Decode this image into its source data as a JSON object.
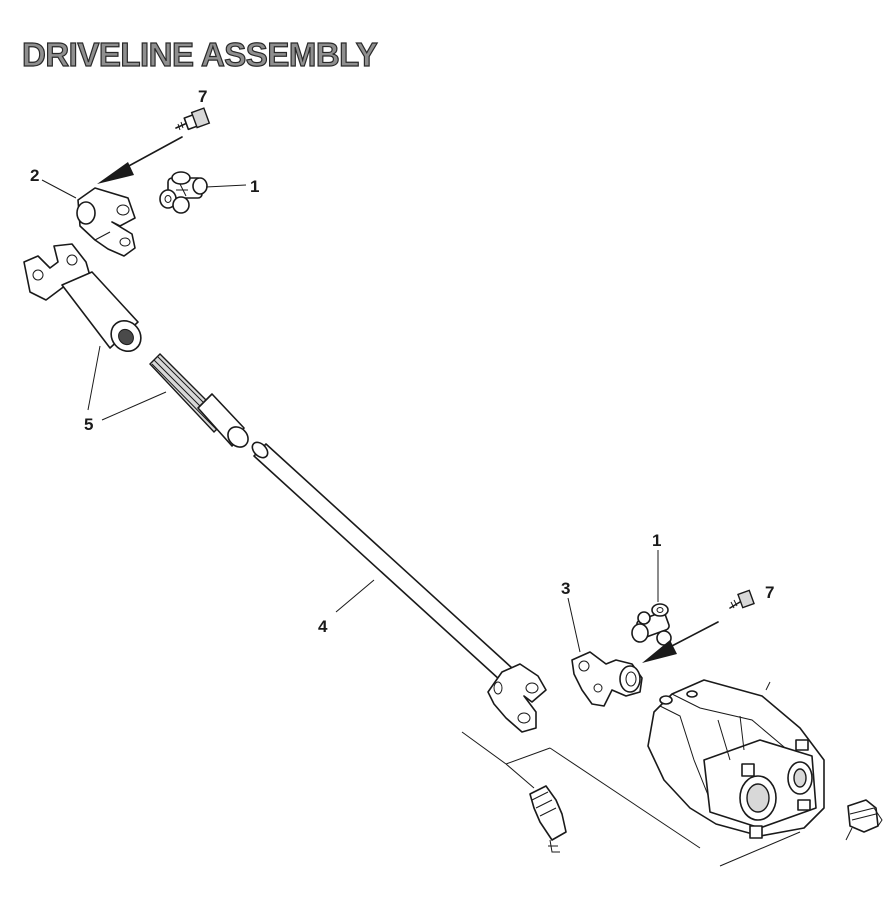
{
  "title": "DRIVELINE ASSEMBLY",
  "callouts": [
    "1",
    "2",
    "3",
    "4",
    "5",
    "7",
    "1",
    "7"
  ]
}
